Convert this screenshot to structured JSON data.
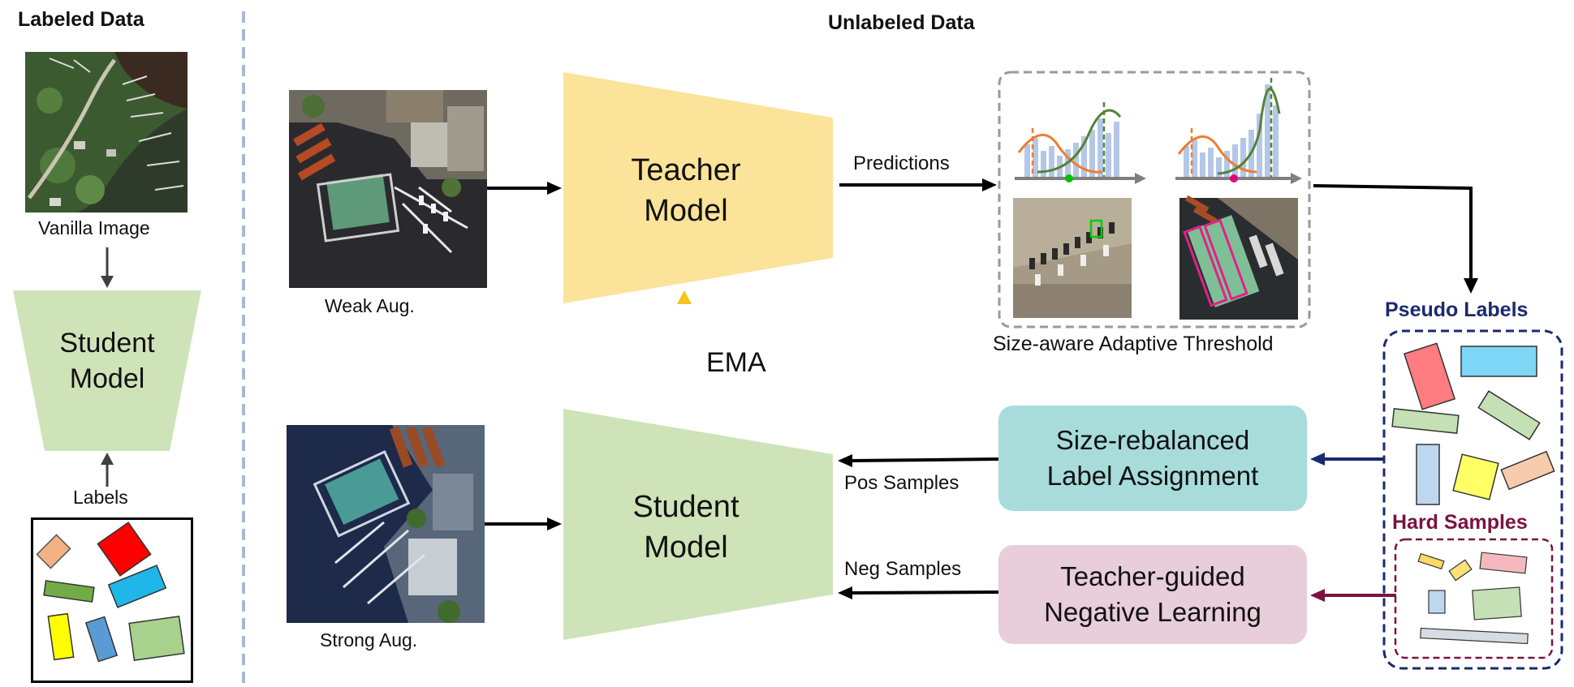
{
  "labeled": {
    "title": "Labeled Data",
    "vanilla_caption": "Vanilla Image",
    "student_line1": "Student",
    "student_line2": "Model",
    "labels_caption": "Labels"
  },
  "unlabeled": {
    "title": "Unlabeled Data",
    "weak_caption": "Weak Aug.",
    "strong_caption": "Strong Aug.",
    "teacher_line1": "Teacher",
    "teacher_line2": "Model",
    "student_line1": "Student",
    "student_line2": "Model",
    "ema_label": "EMA",
    "predictions_label": "Predictions",
    "threshold_caption": "Size-aware Adaptive Threshold",
    "size_rebalanced_line1": "Size-rebalanced",
    "size_rebalanced_line2": "Label Assignment",
    "teacher_guided_line1": "Teacher-guided",
    "teacher_guided_line2": "Negative Learning",
    "pos_samples_label": "Pos Samples",
    "neg_samples_label": "Neg Samples",
    "pseudo_labels_title": "Pseudo Labels",
    "hard_samples_title": "Hard Samples"
  },
  "colors": {
    "teacher_fill": "#FCE39A",
    "student_fill": "#CFE3B9",
    "size_rebalanced_fill": "#A7DCDB",
    "teacher_guided_fill": "#E8CDDB",
    "pseudo_title": "#1A2A6C",
    "hard_title": "#7B1240",
    "ema_top": "#F6C21D",
    "ema_bottom": "#A9D08E",
    "divider": "#A9B9D4"
  }
}
